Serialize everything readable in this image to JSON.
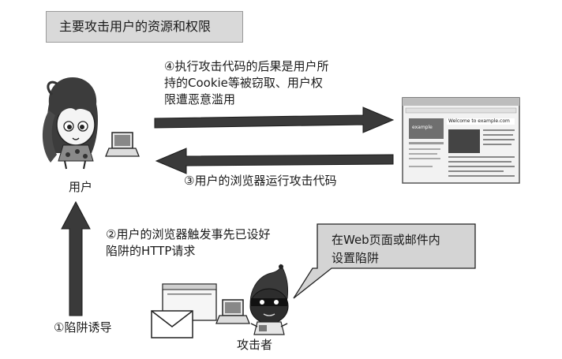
{
  "title": "主要攻击用户的资源和权限",
  "steps": {
    "step4": [
      "④执行攻击代码的后果是用户所",
      "持的Cookie等被窃取、用户权",
      "限遭恶意滥用"
    ],
    "step3": "③用户的浏览器运行攻击代码",
    "step2": [
      "②用户的浏览器触发事先已设好",
      "陷阱的HTTP请求"
    ],
    "step1": "①陷阱诱导"
  },
  "labels": {
    "user": "用户",
    "attacker": "攻击者"
  },
  "bubble": [
    "在Web页面或邮件内",
    "设置陷阱"
  ],
  "website": {
    "heading": "Welcome to example.com",
    "logo": "example"
  },
  "colors": {
    "arrow": "#3a3a3a",
    "title_bg": "#d9d9d9",
    "bubble_bg": "#d4d4d4"
  }
}
